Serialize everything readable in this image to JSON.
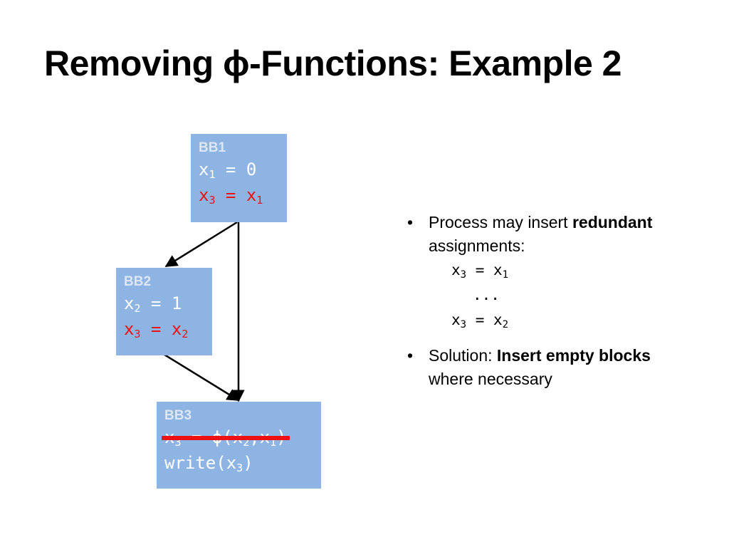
{
  "title": "Removing ϕ-Functions: Example 2",
  "colors": {
    "block_fill": "#8eb4e3",
    "highlight": "#ee1111",
    "label": "#dde6f4"
  },
  "blocks": {
    "bb1": {
      "label": "BB1",
      "l1_var": "x",
      "l1_sub": "1",
      "l1_rest": " = 0",
      "l2_a": "x",
      "l2_asub": "3",
      "l2_mid": " = x",
      "l2_bsub": "1"
    },
    "bb2": {
      "label": "BB2",
      "l1_var": "x",
      "l1_sub": "2",
      "l1_rest": " = 1",
      "l2_a": "x",
      "l2_asub": "3",
      "l2_mid": " = x",
      "l2_bsub": "2"
    },
    "bb3": {
      "label": "BB3",
      "phi": {
        "a": "x",
        "asub": "3",
        "mid": " = ϕ(x",
        "bsub": "2",
        "comma": ",x",
        "csub": "1",
        "end": ")"
      },
      "write": {
        "pre": "write(x",
        "sub": "3",
        "post": ")"
      }
    }
  },
  "edges": [
    {
      "from": "BB1",
      "to": "BB2"
    },
    {
      "from": "BB1",
      "to": "BB3"
    },
    {
      "from": "BB2",
      "to": "BB3"
    }
  ],
  "bullets": {
    "b1": {
      "dot": "•",
      "pre": "Process may insert ",
      "bold": "redundant",
      "post": " assignments:",
      "code1": {
        "a": "x",
        "asub": "3",
        "mid": " = x",
        "bsub": "1"
      },
      "ellipsis": "...",
      "code2": {
        "a": "x",
        "asub": "3",
        "mid": " = x",
        "bsub": "2"
      }
    },
    "b2": {
      "dot": "•",
      "pre": "Solution: ",
      "bold": "Insert empty blocks",
      "post": " where necessary"
    }
  }
}
